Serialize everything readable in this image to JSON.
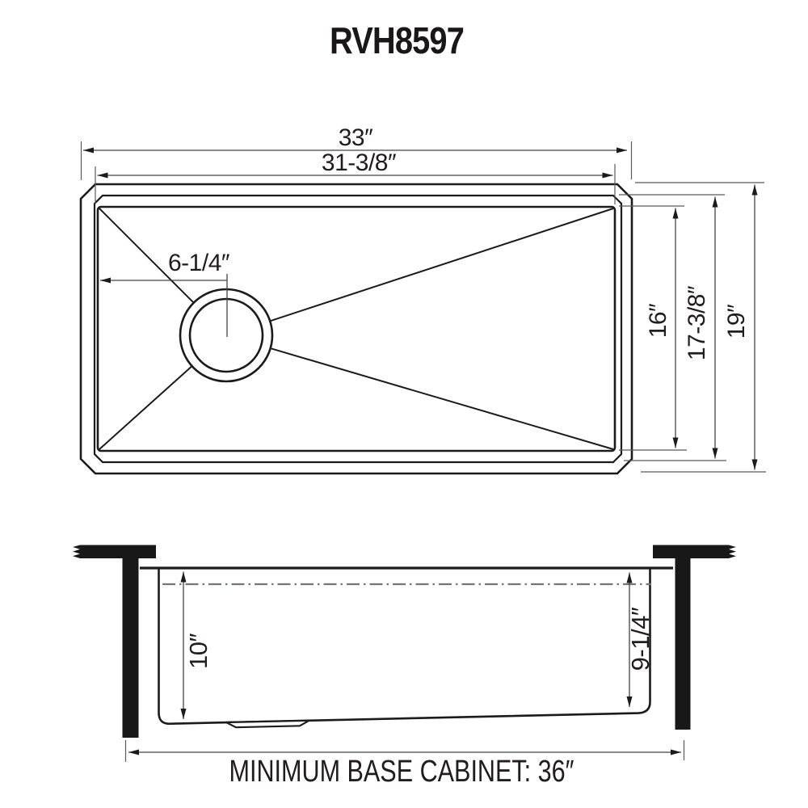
{
  "title": "RVH8597",
  "top_view": {
    "overall_width": "33″",
    "bowl_width": "31-3/8″",
    "drain_offset": "6-1/4″",
    "bowl_depth": "16″",
    "inner_depth": "17-3/8″",
    "overall_depth": "19″"
  },
  "side_view": {
    "bowl_depth_left": "10″",
    "bowl_depth_right": "9-1/4″",
    "base_cabinet_note": "MINIMUM BASE CABINET: 36″"
  },
  "colors": {
    "background": "#ffffff",
    "drawing_line": "#1b1b1b",
    "dimension_line": "#454545",
    "text": "#211d1e",
    "centerline": "#6d7b74",
    "solid_fill": "#181818"
  }
}
